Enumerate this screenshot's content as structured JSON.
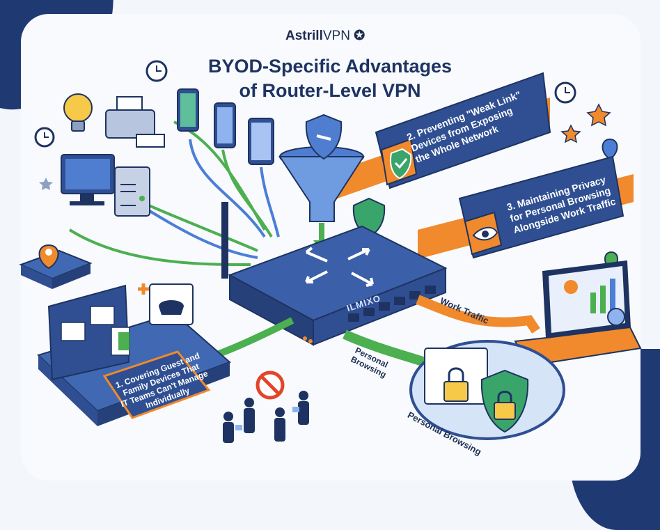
{
  "header": {
    "logo_brand": "Astrill",
    "logo_product": "VPN",
    "title_line1": "BYOD-Specific Advantages",
    "title_line2": "of Router-Level VPN"
  },
  "router": {
    "brand_label": "ILMIXO"
  },
  "advantages": [
    {
      "label": "1. Covering Guest and Family Devices That IT Teams Can't Manage Individually",
      "line1": "1. Covering Guest and",
      "line2": "Family Devices That",
      "line3": "IT Teams Can't Manage",
      "line4": "Individually"
    },
    {
      "label": "2. Preventing \"Weak Link\" Devices from Exposing the Whole Network",
      "line1": "2. Preventing \"Weak Link\"",
      "line2": "Devices from Exposing",
      "line3": "the Whole Network"
    },
    {
      "label": "3. Maintaining Privacy for Personal Browsing Alongside Work Traffic",
      "line1": "3. Maintaining Privacy",
      "line2": "for Personal Browsing",
      "line3": "Alongside Work Traffic"
    }
  ],
  "flows": {
    "work_traffic": "Work Traffic",
    "personal_browsing_short_1": "Personal",
    "personal_browsing_short_2": "Browsing",
    "personal_browsing": "Personal Browsing"
  },
  "colors": {
    "navy": "#1e3361",
    "router_blue": "#2f4f92",
    "accent_orange": "#f08a2c",
    "green_link": "#4caf50",
    "shield_green": "#3aa56b"
  },
  "icons": [
    "lightbulb-icon",
    "clock-icon",
    "printer-icon",
    "phone-icon",
    "tablet-icon",
    "monitor-icon",
    "server-icon",
    "location-pin-icon",
    "shield-icon",
    "lock-icon",
    "eye-icon",
    "star-icon",
    "no-entry-icon",
    "gamepad-icon"
  ]
}
